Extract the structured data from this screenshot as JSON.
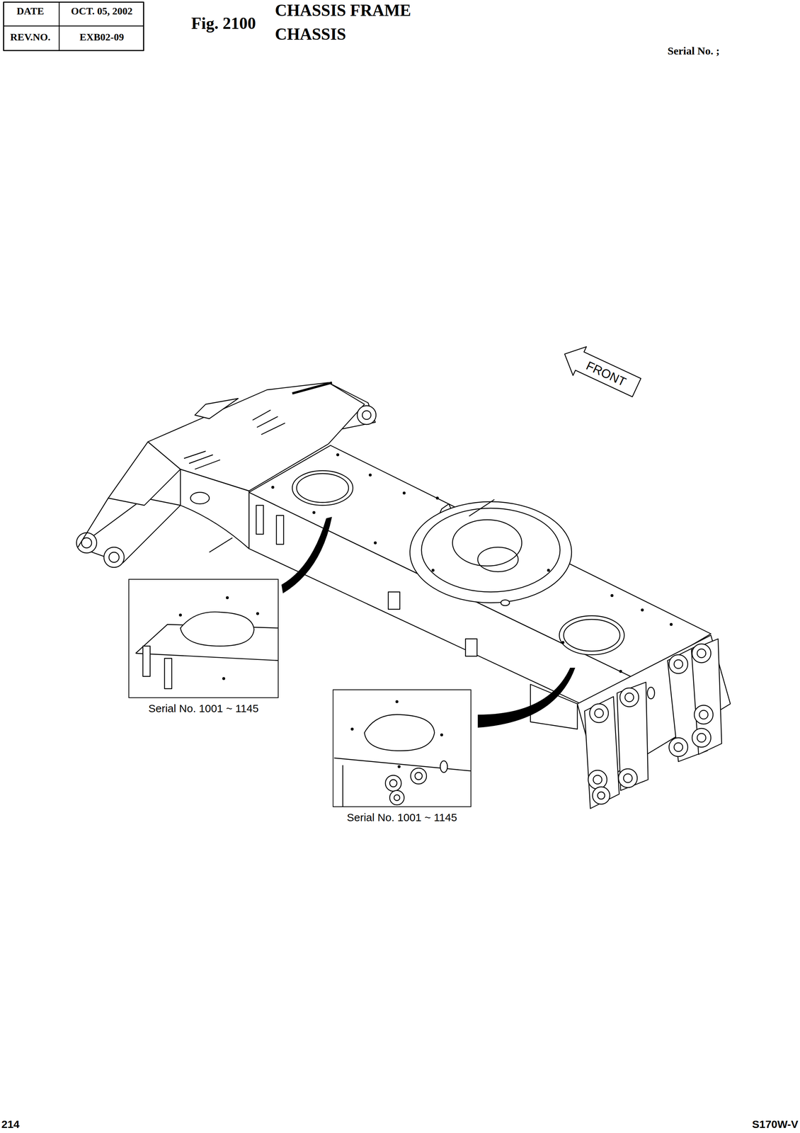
{
  "diagram": {
    "title": "CHASSIS FRAME",
    "nodes": [
      {
        "text": [
          "Serial No. 1001 ~ 1145"
        ]
      },
      {
        "text": [
          "Serial No. 1001 ~ 1145"
        ]
      }
    ],
    "labels": [
      "DATE",
      "OCT. 05, 2002",
      "REV.NO.",
      "EXB02-09",
      "Fig. 2100",
      "CHASSIS",
      "Serial No. ;",
      "FRONT",
      "214",
      "S170W-V"
    ]
  }
}
